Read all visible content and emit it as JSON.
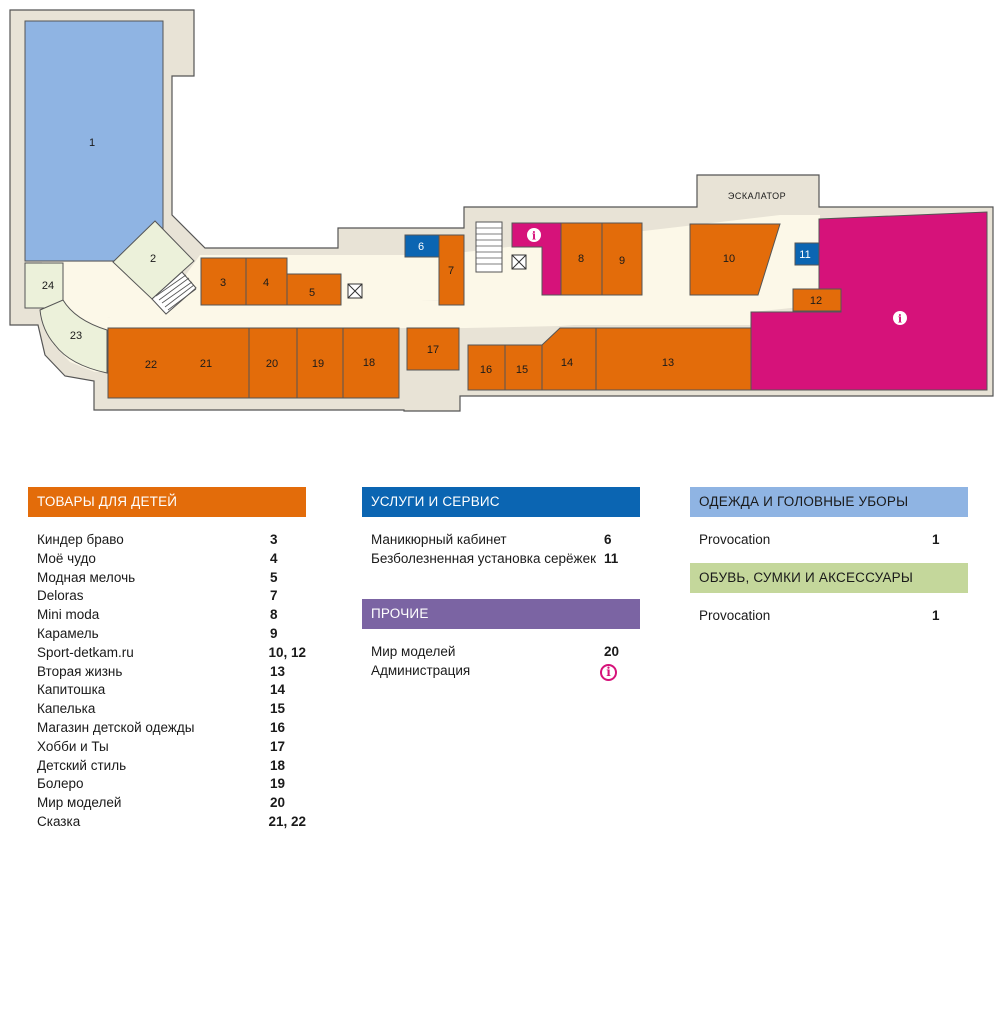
{
  "colors": {
    "kids": "#e36c0a",
    "services": "#0b65b2",
    "other": "#7b64a3",
    "clothing": "#8fb4e3",
    "shoes": "#c4d79b",
    "anchor": "#d6127a",
    "corridor": "#fcf8e8",
    "wall": "#e8e3d6"
  },
  "map": {
    "escalator_label": "ЭСКАЛАТОР",
    "units": [
      {
        "id": "1",
        "label": "1"
      },
      {
        "id": "2",
        "label": "2"
      },
      {
        "id": "3",
        "label": "3"
      },
      {
        "id": "4",
        "label": "4"
      },
      {
        "id": "5",
        "label": "5"
      },
      {
        "id": "6",
        "label": "6"
      },
      {
        "id": "7",
        "label": "7"
      },
      {
        "id": "8",
        "label": "8"
      },
      {
        "id": "9",
        "label": "9"
      },
      {
        "id": "10",
        "label": "10"
      },
      {
        "id": "11",
        "label": "11"
      },
      {
        "id": "12",
        "label": "12"
      },
      {
        "id": "13",
        "label": "13"
      },
      {
        "id": "14",
        "label": "14"
      },
      {
        "id": "15",
        "label": "15"
      },
      {
        "id": "16",
        "label": "16"
      },
      {
        "id": "17",
        "label": "17"
      },
      {
        "id": "18",
        "label": "18"
      },
      {
        "id": "19",
        "label": "19"
      },
      {
        "id": "20",
        "label": "20"
      },
      {
        "id": "21",
        "label": "21"
      },
      {
        "id": "22",
        "label": "22"
      },
      {
        "id": "23",
        "label": "23"
      },
      {
        "id": "24",
        "label": "24"
      }
    ]
  },
  "legend": {
    "kids": {
      "title": "ТОВАРЫ ДЛЯ ДЕТЕЙ",
      "items": [
        {
          "name": "Киндер браво",
          "num": "3"
        },
        {
          "name": "Моё чудо",
          "num": "4"
        },
        {
          "name": "Модная мелочь",
          "num": "5"
        },
        {
          "name": "Deloras",
          "num": "7"
        },
        {
          "name": "Mini moda",
          "num": "8"
        },
        {
          "name": "Карамель",
          "num": "9"
        },
        {
          "name": "Sport-detkam.ru",
          "num": "10, 12"
        },
        {
          "name": "Вторая жизнь",
          "num": "13"
        },
        {
          "name": "Капитошка",
          "num": "14"
        },
        {
          "name": "Капелька",
          "num": "15"
        },
        {
          "name": "Магазин детской одежды",
          "num": "16"
        },
        {
          "name": "Хобби и Ты",
          "num": "17"
        },
        {
          "name": "Детский стиль",
          "num": "18"
        },
        {
          "name": "Болеро",
          "num": "19"
        },
        {
          "name": "Мир моделей",
          "num": "20"
        },
        {
          "name": "Сказка",
          "num": "21, 22"
        }
      ]
    },
    "services": {
      "title": "УСЛУГИ И СЕРВИС",
      "items": [
        {
          "name": "Маникюрный кабинет",
          "num": "6"
        },
        {
          "name": "Безболезненная установка серёжек",
          "num": "11"
        }
      ]
    },
    "other": {
      "title": "ПРОЧИЕ",
      "items": [
        {
          "name": "Мир моделей",
          "num": "20"
        },
        {
          "name": "Администрация",
          "icon": "info-icon"
        }
      ]
    },
    "clothing": {
      "title": "ОДЕЖДА И ГОЛОВНЫЕ УБОРЫ",
      "items": [
        {
          "name": "Provocation",
          "num": "1"
        }
      ]
    },
    "shoes": {
      "title": "ОБУВЬ, СУМКИ И АКСЕССУАРЫ",
      "items": [
        {
          "name": "Provocation",
          "num": "1"
        }
      ]
    }
  }
}
